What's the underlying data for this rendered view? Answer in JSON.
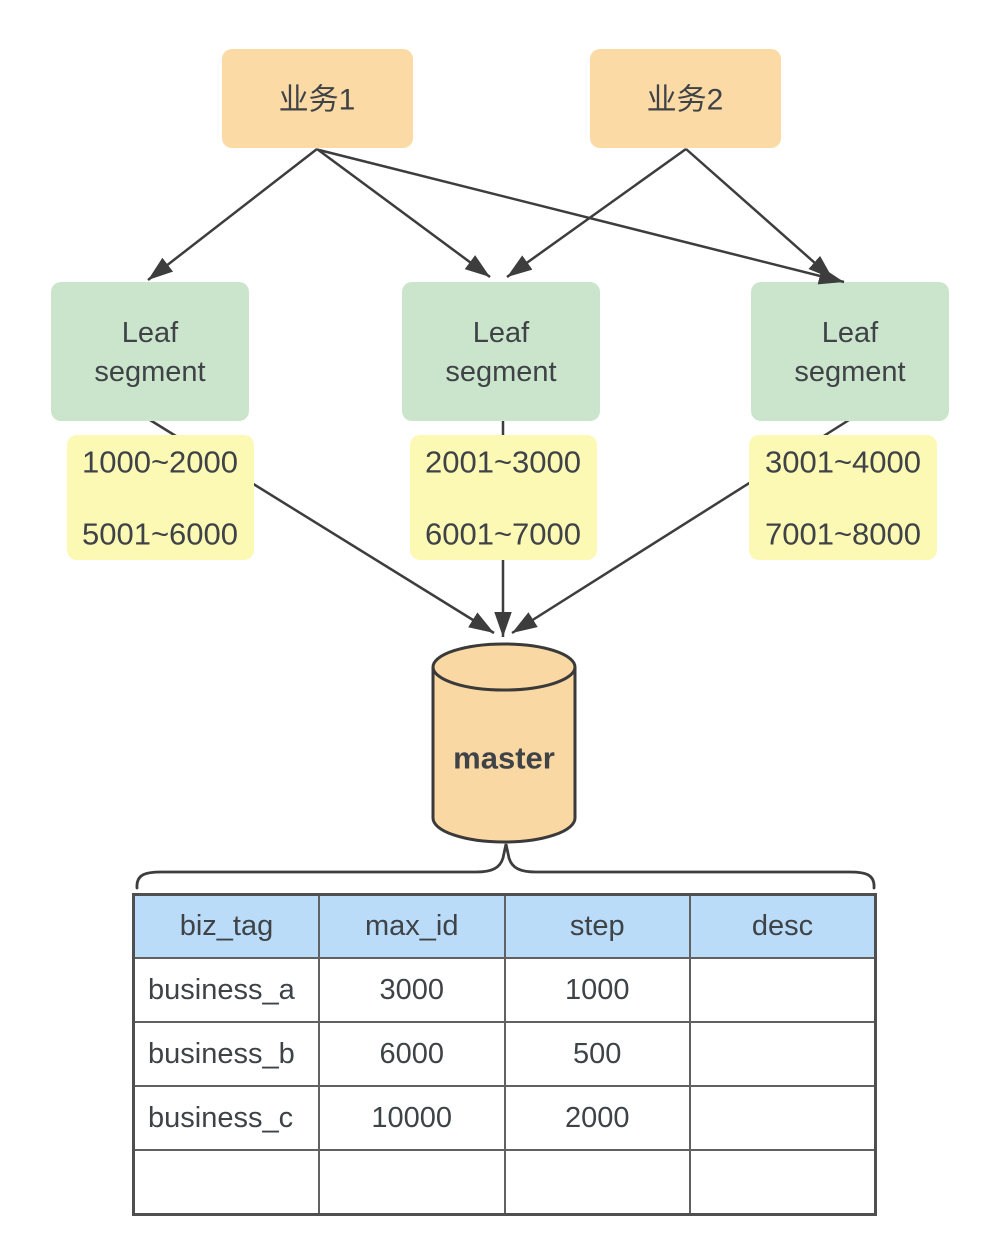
{
  "diagram": {
    "business_nodes": [
      {
        "label": "业务1"
      },
      {
        "label": "业务2"
      }
    ],
    "leaf_nodes": [
      {
        "label_lines": [
          "Leaf",
          "segment"
        ],
        "segments": [
          "1000~2000",
          "5001~6000"
        ]
      },
      {
        "label_lines": [
          "Leaf",
          "segment"
        ],
        "segments": [
          "2001~3000",
          "6001~7000"
        ]
      },
      {
        "label_lines": [
          "Leaf",
          "segment"
        ],
        "segments": [
          "3001~4000",
          "7001~8000"
        ]
      }
    ],
    "database": {
      "label": "master"
    }
  },
  "colors": {
    "business_fill": "#fbdaa5",
    "leaf_fill": "#cbe5cc",
    "segment_fill": "#fcf9b5",
    "db_fill": "#fad8a3",
    "table_header_fill": "#bbdcf8",
    "line": "#3d3d3d",
    "text": "#3f4347"
  },
  "table": {
    "headers": [
      "biz_tag",
      "max_id",
      "step",
      "desc"
    ],
    "rows": [
      [
        "business_a",
        "3000",
        "1000",
        ""
      ],
      [
        "business_b",
        "6000",
        "500",
        ""
      ],
      [
        "business_c",
        "10000",
        "2000",
        ""
      ],
      [
        "",
        "",
        "",
        ""
      ]
    ]
  }
}
